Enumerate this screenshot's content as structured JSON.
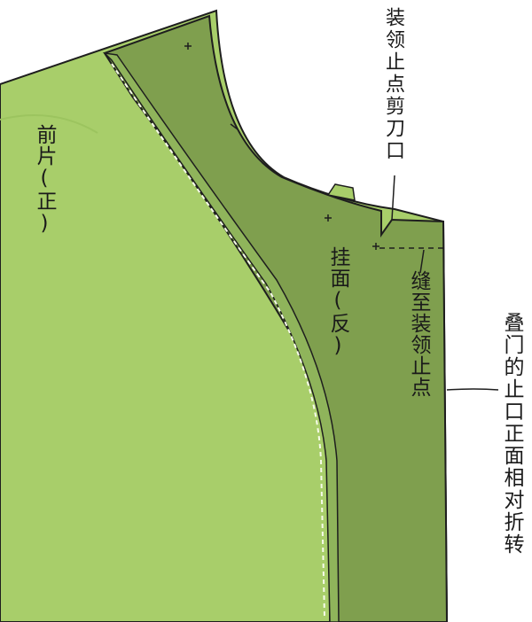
{
  "labels": {
    "front_panel": "前片(正)",
    "facing": "挂面(反)",
    "seam_to_collar": "缝至装领止点",
    "collar_notch": "装领止点剪刀口",
    "fold_note": "叠门的止口正面相对折转"
  },
  "colors": {
    "front_panel_fill": "#a8ce6a",
    "front_panel_shadow": "#9cc45f",
    "facing_fill": "#7f9f4e",
    "facing_fold_edge": "#8fb45b",
    "outline": "#1e1e1e"
  }
}
